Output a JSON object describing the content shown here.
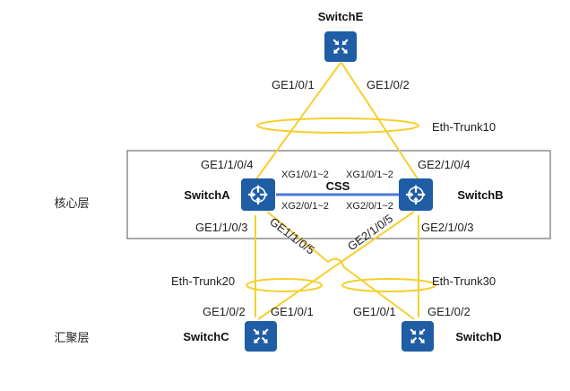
{
  "colors": {
    "link": "#f6cf2c",
    "stack_link": "#4d79d6",
    "device_fill": "#1f5da5",
    "device_icon": "#ffffff",
    "box_border": "#555555"
  },
  "layers": {
    "core": "核心层",
    "aggregation": "汇聚层"
  },
  "devices": {
    "switch_e": {
      "name": "SwitchE",
      "icon": "switch-arrows-icon"
    },
    "switch_a": {
      "name": "SwitchA",
      "icon": "router-arrows-icon"
    },
    "switch_b": {
      "name": "SwitchB",
      "icon": "router-arrows-icon"
    },
    "switch_c": {
      "name": "SwitchC",
      "icon": "switch-arrows-icon"
    },
    "switch_d": {
      "name": "SwitchD",
      "icon": "switch-arrows-icon"
    }
  },
  "css": {
    "label": "CSS",
    "ports": {
      "a_top": "XG1/0/1~2",
      "b_top": "XG1/0/1~2",
      "a_bottom": "XG2/0/1~2",
      "b_bottom": "XG2/0/1~2"
    }
  },
  "trunks": {
    "t10": "Eth-Trunk10",
    "t20": "Eth-Trunk20",
    "t30": "Eth-Trunk30"
  },
  "ports": {
    "e_left": "GE1/0/1",
    "e_right": "GE1/0/2",
    "a_up": "GE1/1/0/4",
    "b_up": "GE2/1/0/4",
    "a_down": "GE1/1/0/3",
    "a_cross": "GE1/1/0/5",
    "b_cross": "GE2/1/0/5",
    "b_down": "GE2/1/0/3",
    "c_left": "GE1/0/2",
    "c_right": "GE1/0/1",
    "d_left": "GE1/0/1",
    "d_right": "GE1/0/2"
  }
}
